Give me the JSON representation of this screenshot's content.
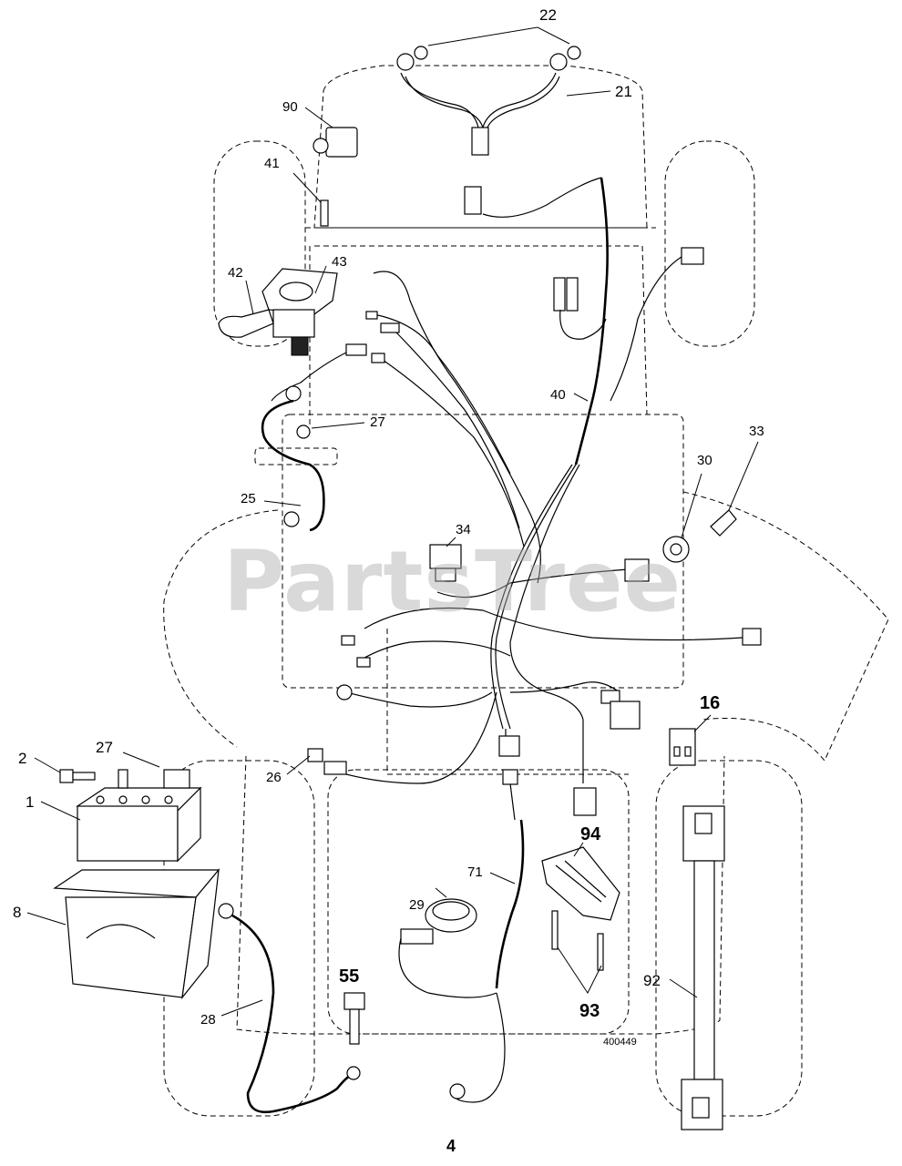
{
  "watermark": "PartsTree",
  "page_number": "4",
  "drawing_number": "400449",
  "callouts": {
    "c1": "1",
    "c2": "2",
    "c8": "8",
    "c16": "16",
    "c21": "21",
    "c22": "22",
    "c25": "25",
    "c26": "26",
    "c27a": "27",
    "c27b": "27",
    "c28": "28",
    "c29": "29",
    "c30": "30",
    "c33": "33",
    "c34": "34",
    "c40": "40",
    "c41": "41",
    "c42": "42",
    "c43": "43",
    "c55": "55",
    "c71": "71",
    "c90": "90",
    "c92": "92",
    "c93": "93",
    "c94": "94"
  }
}
